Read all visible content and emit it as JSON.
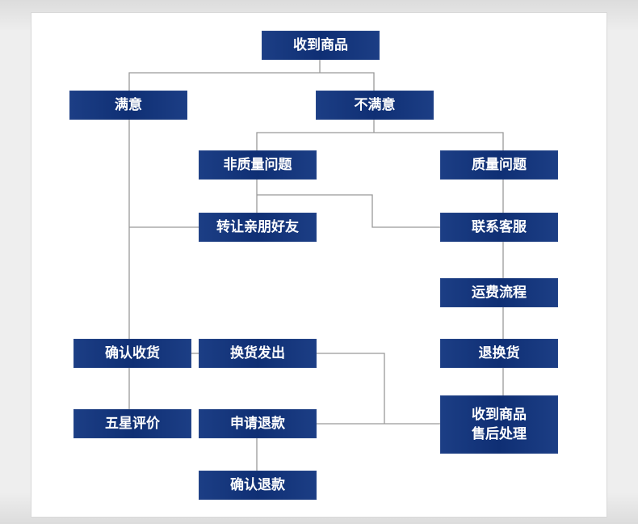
{
  "diagram": {
    "nodes": {
      "receive_goods": "收到商品",
      "satisfied": "满意",
      "unsatisfied": "不满意",
      "non_quality_issue": "非质量问题",
      "quality_issue": "质量问题",
      "transfer_to_friends": "转让亲朋好友",
      "contact_service": "联系客服",
      "shipping_process": "运费流程",
      "confirm_receipt": "确认收货",
      "exchange_ship": "换货发出",
      "return_goods": "退换货",
      "five_star_review": "五星评价",
      "apply_refund": "申请退款",
      "receive_after_sales": "收到商品\n售后处理",
      "confirm_refund": "确认退款"
    },
    "colors": {
      "box": "#14357b",
      "line": "#999999",
      "text": "#ffffff"
    }
  }
}
